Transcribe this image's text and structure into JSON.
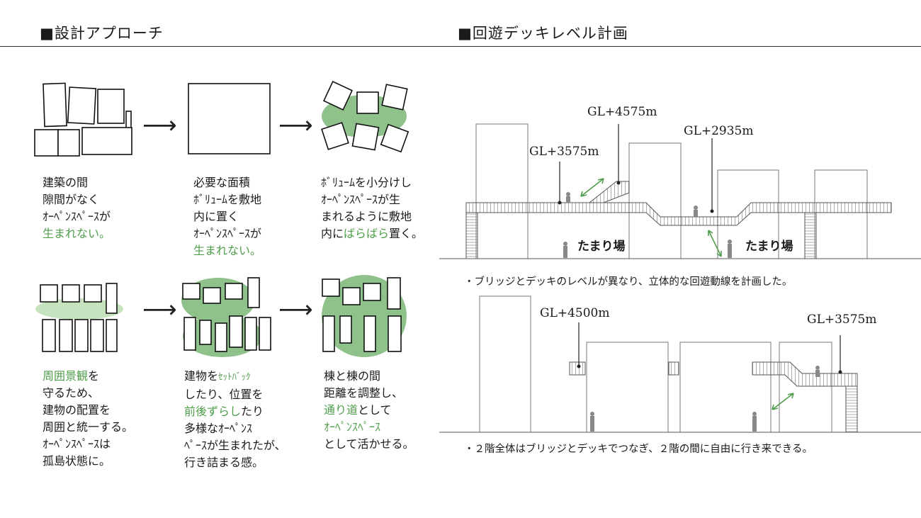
{
  "left_title": "■設計アプローチ",
  "right_title": "■回遊デッキレベル計画",
  "steps": {
    "s1": [
      "建築の間",
      "隙間がなく",
      "ｵｰﾍﾟﾝｽﾍﾟｰｽが",
      "生まれない。"
    ],
    "s2": [
      "必要な面積",
      "ﾎﾞﾘｭｰﾑを敷地",
      "内に置く",
      "ｵｰﾍﾟﾝｽﾍﾟｰｽが",
      "生まれない。"
    ],
    "s3": [
      "ﾎﾞﾘｭｰﾑを小分けし",
      "ｵｰﾍﾟﾝｽﾍﾟｰｽが生",
      "まれるように敷地",
      "内に",
      "ばらばら",
      "置く。"
    ],
    "s4": [
      "周囲景観",
      "を",
      "守るため、",
      "建物の配置を",
      "周囲と統一する。",
      "ｵｰﾍﾟﾝｽﾍﾟｰｽは",
      "孤島状態に。"
    ],
    "s5": [
      "建物を",
      "ｾｯﾄﾊﾞｯｸ",
      "したり、位置を",
      "前後ずらし",
      "たり",
      "多様なｵｰﾍﾟﾝｽ",
      "ﾍﾟｰｽが生まれたが、",
      "行き詰まる感。"
    ],
    "s6": [
      "棟と棟の間",
      "距離を調整し、",
      "通り道",
      "として",
      "ｵｰﾍﾟﾝｽﾍﾟｰｽ",
      "として活かせる。"
    ]
  },
  "arrow_glyph": "⟶",
  "upper_section": {
    "gl1": "GL+4575m",
    "gl2": "GL+2935m",
    "gl3": "GL+3575m",
    "area1": "たまり場",
    "area2": "たまり場",
    "caption": "・ブリッジとデッキのレベルが異なり、立体的な回遊動線を計画した。"
  },
  "lower_section": {
    "gl1": "GL+4500m",
    "gl2": "GL+3575m",
    "caption": "・２階全体はブリッジとデッキでつなぎ、２階の間に自由に行き来できる。"
  },
  "colors": {
    "green": "#4f9d4a",
    "green_fill": "#8fc28a",
    "green_light": "#c5e3bf"
  }
}
